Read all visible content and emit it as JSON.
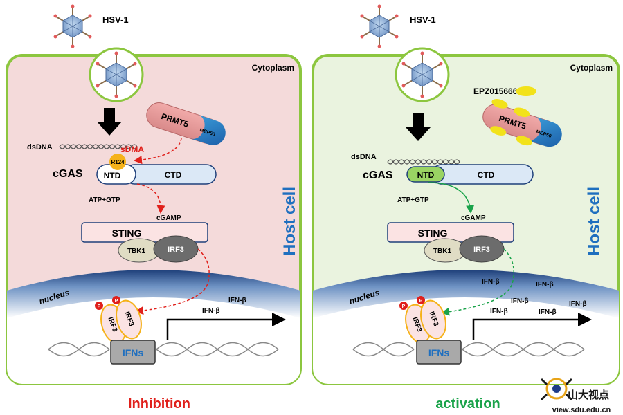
{
  "virus_label": "HSV-1",
  "compartment_label": "Cytoplasm",
  "cell_label": "Host cell",
  "nucleus_label": "nucleus",
  "dsdna_label": "dsDNA",
  "cgas_label": "cGAS",
  "ntd_label": "NTD",
  "ctd_label": "CTD",
  "prmt5_label": "PRMT5",
  "mep50_label": "MEP50",
  "sdma_label": "sDMA",
  "r124_label": "R124",
  "atp_gtp_label": "ATP+GTP",
  "cgamp_label": "cGAMP",
  "sting_label": "STING",
  "tbk1_label": "TBK1",
  "irf3_label": "IRF3",
  "p_label": "P",
  "ifns_label": "IFNs",
  "ifnb_label": "IFN-β",
  "inhibitor_label": "EPZ015666",
  "left_caption": "Inhibition",
  "right_caption": "activation",
  "logo_text": "山大视点",
  "logo_url": "view.sdu.edu.cn",
  "colors": {
    "membrane": "#8cc63f",
    "left_bg": "#f4dada",
    "right_bg": "#eaf3df",
    "inhibit_arrow": "#e0201b",
    "activate_arrow": "#1aa34a",
    "host_cell_text": "#1f6fbf",
    "inhibition_text": "#e0201b",
    "activation_text": "#1aa34a",
    "ifns_text": "#1f6fbf"
  }
}
